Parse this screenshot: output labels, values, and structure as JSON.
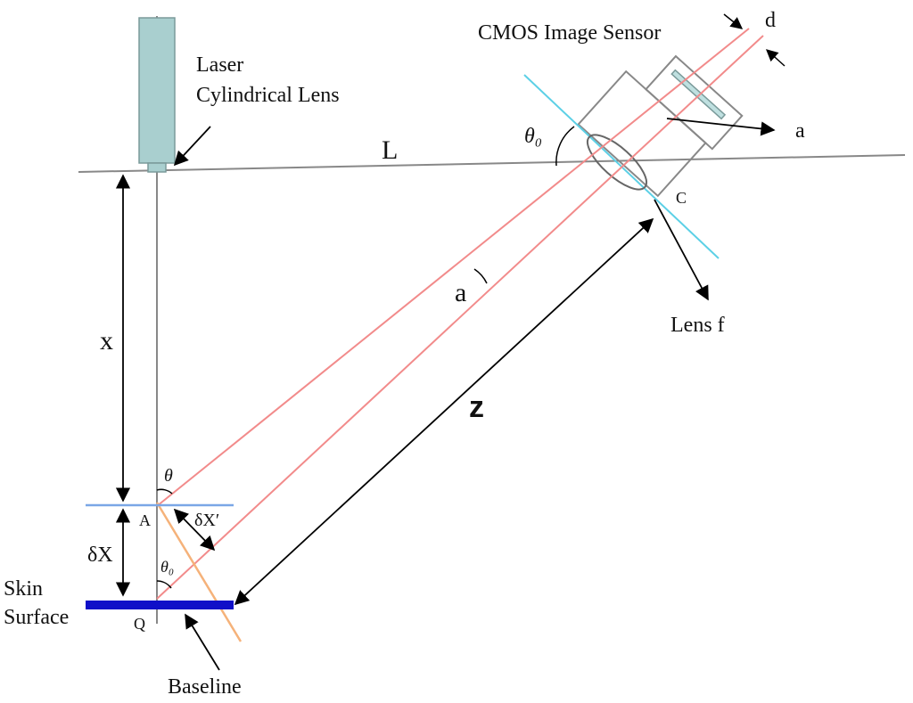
{
  "labels": {
    "sensor": "CMOS Image Sensor",
    "d": "d",
    "laser_line1": "Laser",
    "laser_line2": "Cylindrical Lens",
    "L": "L",
    "theta0_top": "θ₀",
    "a_right": "a",
    "C": "C",
    "lens_f": "Lens  f",
    "a_mid": "a",
    "x": "x",
    "z": "z",
    "theta": "θ",
    "A": "A",
    "dXprime": "δX′",
    "dX": "δX",
    "theta0_bottom": "θ₀",
    "skin_line1": "Skin",
    "skin_line2": "Surface",
    "Q": "Q",
    "baseline": "Baseline"
  },
  "colors": {
    "ray": "#f28b8b",
    "lens_axis": "#5cd0e6",
    "baseline_line": "#f5b27a",
    "plane_A": "#7aa7e6",
    "skin": "#1010c8",
    "laser_body": "#a9cfcf",
    "frame": "#888888"
  }
}
